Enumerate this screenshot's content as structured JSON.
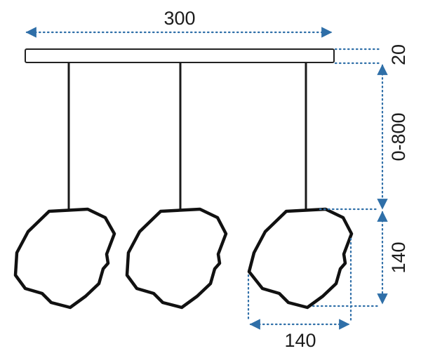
{
  "diagram": {
    "dimensions": {
      "canopy_width": "300",
      "canopy_height": "20",
      "cord_length": "0-800",
      "shade_height": "140",
      "shade_width": "140"
    },
    "colors": {
      "dimension_line": "#2f6fa8",
      "outline": "#111111",
      "background": "#ffffff"
    },
    "pendant_count": 3
  }
}
